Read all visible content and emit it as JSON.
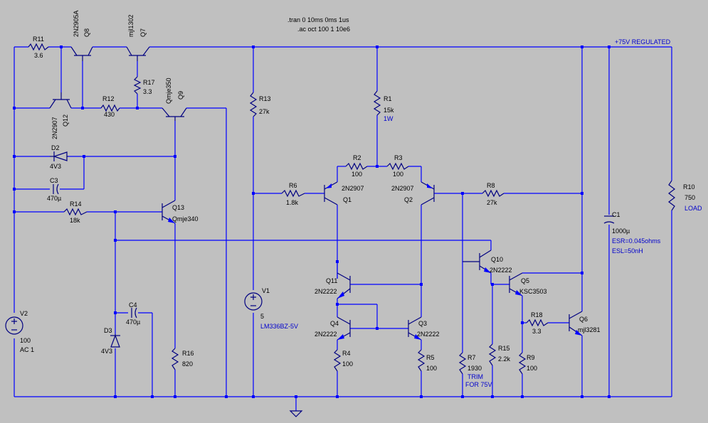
{
  "directives": {
    "tran": ".tran 0 10ms 0ms 1us",
    "ac": ".ac oct 100 1 10e6"
  },
  "net_labels": {
    "output": "+75V REGULATED"
  },
  "resistors": {
    "R11": {
      "name": "R11",
      "value": "3.6"
    },
    "R17": {
      "name": "R17",
      "value": "3.3"
    },
    "R12": {
      "name": "R12",
      "value": "430"
    },
    "R13": {
      "name": "R13",
      "value": "27k"
    },
    "R1": {
      "name": "R1",
      "value": "15k",
      "note": "1W"
    },
    "R2": {
      "name": "R2",
      "value": "100"
    },
    "R3": {
      "name": "R3",
      "value": "100"
    },
    "R6": {
      "name": "R6",
      "value": "1.8k"
    },
    "R8": {
      "name": "R8",
      "value": "27k"
    },
    "R14": {
      "name": "R14",
      "value": "18k"
    },
    "R16": {
      "name": "R16",
      "value": "820"
    },
    "R4": {
      "name": "R4",
      "value": "100"
    },
    "R5": {
      "name": "R5",
      "value": "100"
    },
    "R7": {
      "name": "R7",
      "value": "1930",
      "note1": "TRIM",
      "note2": "FOR 75V"
    },
    "R15": {
      "name": "R15",
      "value": "2.2k"
    },
    "R18": {
      "name": "R18",
      "value": "3.3"
    },
    "R9": {
      "name": "R9",
      "value": "100"
    },
    "R10": {
      "name": "R10",
      "value": "750",
      "note": "LOAD"
    }
  },
  "transistors": {
    "Q8": {
      "name": "Q8",
      "model": "2N2905A"
    },
    "Q7": {
      "name": "Q7",
      "model": "mjl1302"
    },
    "Q9": {
      "name": "Q9",
      "model": "Qmje350"
    },
    "Q12": {
      "name": "Q12",
      "model": "2N2907"
    },
    "Q13": {
      "name": "Q13",
      "model": "Qmje340"
    },
    "Q1": {
      "name": "Q1",
      "model": "2N2907"
    },
    "Q2": {
      "name": "Q2",
      "model": "2N2907"
    },
    "Q10": {
      "name": "Q10",
      "model": "2N2222"
    },
    "Q11": {
      "name": "Q11",
      "model": "2N2222"
    },
    "Q4": {
      "name": "Q4",
      "model": "2N2222"
    },
    "Q3": {
      "name": "Q3",
      "model": "2N2222"
    },
    "Q5": {
      "name": "Q5",
      "model": "KSC3503"
    },
    "Q6": {
      "name": "Q6",
      "model": "mjl3281"
    }
  },
  "diodes": {
    "D2": {
      "name": "D2",
      "value": "4V3"
    },
    "D3": {
      "name": "D3",
      "value": "4V3"
    }
  },
  "capacitors": {
    "C3": {
      "name": "C3",
      "value": "470µ"
    },
    "C4": {
      "name": "C4",
      "value": "470µ"
    },
    "C1": {
      "name": "C1",
      "value": "1000µ",
      "esr": "ESR=0.045ohms",
      "esl": "ESL=50nH"
    }
  },
  "sources": {
    "V1": {
      "name": "V1",
      "value": "5",
      "note": "LM336BZ-5V"
    },
    "V2": {
      "name": "V2",
      "value": "100",
      "note": "AC 1"
    }
  },
  "colors": {
    "background": "#c0c0c0",
    "wire": "#0000ff",
    "component": "#000080",
    "text": "#000000"
  }
}
